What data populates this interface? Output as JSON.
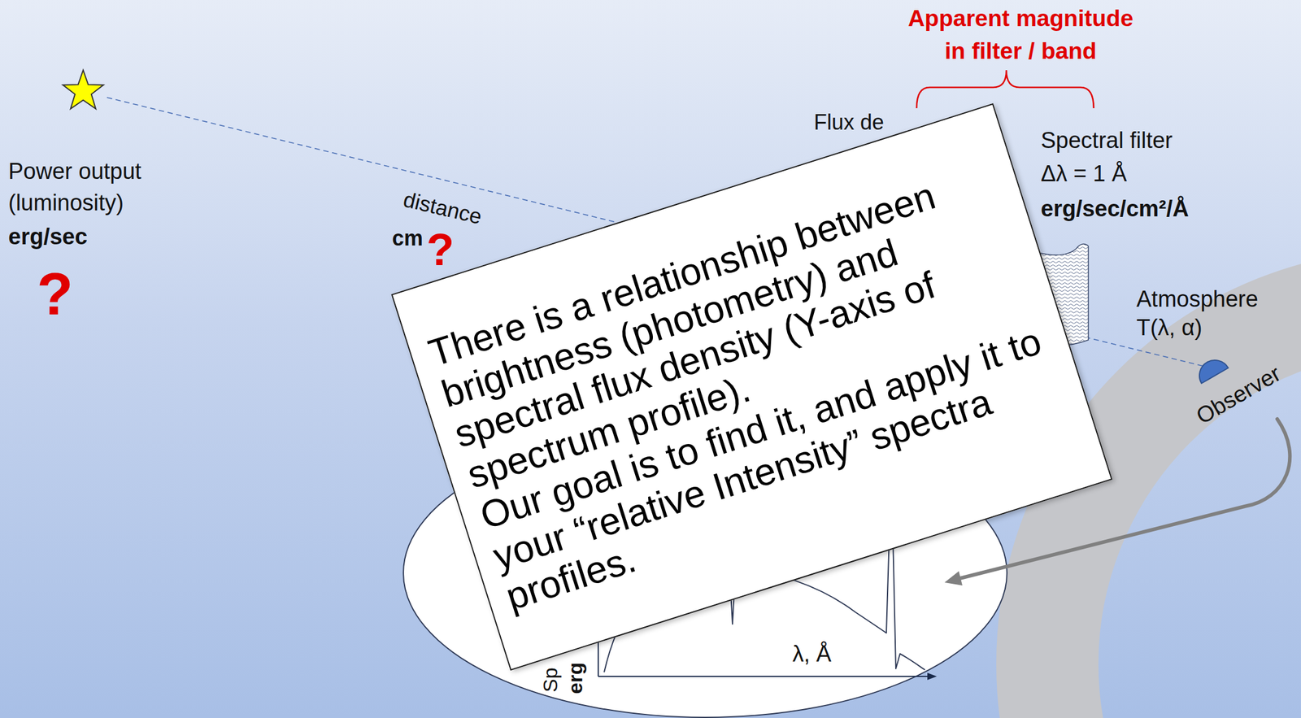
{
  "diagram": {
    "nodes": [
      {
        "text": [
          "There is a relationship between brightness (photometry) and spectral flux density (Y-axis of spectrum profile).",
          "Our goal is to find it, and apply it to your “relative Intensity” spectra profiles."
        ]
      },
      {
        "text": [
          "Sp",
          "erg",
          "λ, Å"
        ]
      }
    ],
    "labels": [
      "Apparent magnitude in filter / band",
      "Power output (luminosity)",
      "erg/sec",
      "?",
      "distance",
      "cm",
      "?",
      "Flux de",
      "Spectral filter",
      "Δλ = 1 Å",
      "erg/sec/cm²/Å",
      "Atmosphere",
      "T(λ, α)",
      "Observer"
    ]
  }
}
